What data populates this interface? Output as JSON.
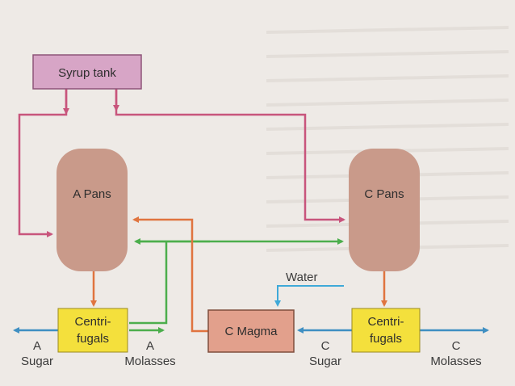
{
  "diagram": {
    "syrup_tank": "Syrup tank",
    "a_pans": "A Pans",
    "c_pans": "C Pans",
    "water": "Water",
    "c_magma": "C Magma",
    "centrifugals_a": {
      "line1": "Centri-",
      "line2": "fugals"
    },
    "centrifugals_c": {
      "line1": "Centri-",
      "line2": "fugals"
    },
    "a_sugar": {
      "line1": "A",
      "line2": "Sugar"
    },
    "a_molasses": {
      "line1": "A",
      "line2": "Molasses"
    },
    "c_sugar": {
      "line1": "C",
      "line2": "Sugar"
    },
    "c_molasses": {
      "line1": "C",
      "line2": "Molasses"
    }
  },
  "colors": {
    "syrup_line": "#c8557c",
    "magma_line": "#e0743f",
    "molasses_line": "#4cae4c",
    "sugar_line": "#3f8fc2",
    "water_line": "#3fa9d8",
    "tank_fill": "#d7a5c6",
    "pan_fill": "#c99a8a",
    "centrifugal_fill": "#f4e03c",
    "magma_fill": "#e2a08c"
  }
}
